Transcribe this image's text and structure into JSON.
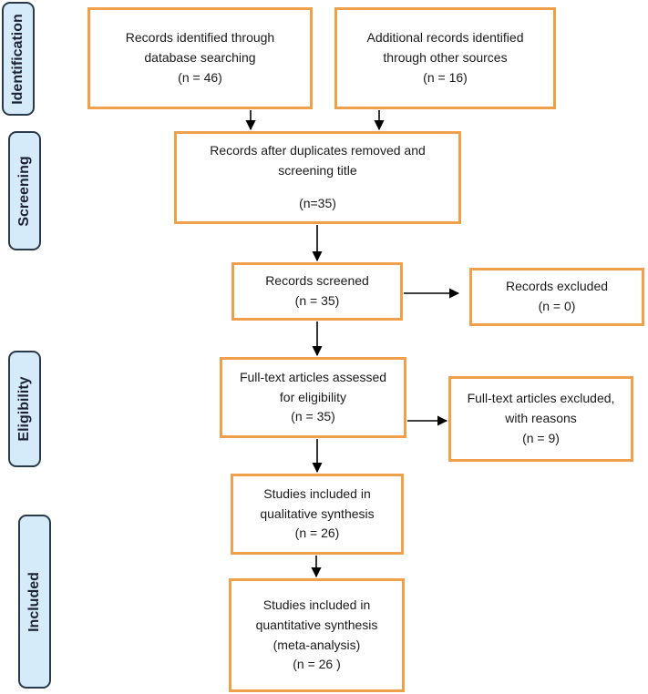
{
  "stages": {
    "identification": "Identification",
    "screening": "Screening",
    "eligibility": "Eligibility",
    "included": "Included"
  },
  "boxes": {
    "database": [
      "Records identified through",
      "database searching",
      "(n = 46)"
    ],
    "other_sources": [
      "Additional records identified",
      "through other sources",
      "(n = 16)"
    ],
    "after_duplicates": [
      "Records after duplicates removed and",
      "screening title",
      "(n=35)"
    ],
    "screened": [
      "Records screened",
      "(n = 35)"
    ],
    "excluded": [
      "Records excluded",
      "(n = 0)"
    ],
    "full_text_assessed": [
      "Full-text articles assessed",
      "for eligibility",
      "(n = 35)"
    ],
    "full_text_excluded": [
      "Full-text articles excluded,",
      "with reasons",
      "(n = 9)"
    ],
    "qualitative": [
      "Studies included in",
      "qualitative synthesis",
      "(n = 26)"
    ],
    "quantitative": [
      "Studies included in",
      "quantitative synthesis",
      "(meta-analysis)",
      "(n = 26  )"
    ]
  },
  "colors": {
    "box_border": "#f0a04b",
    "stage_fill": "#d6ebf9",
    "stage_border": "#2b3a4a",
    "arrow": "#000000"
  }
}
